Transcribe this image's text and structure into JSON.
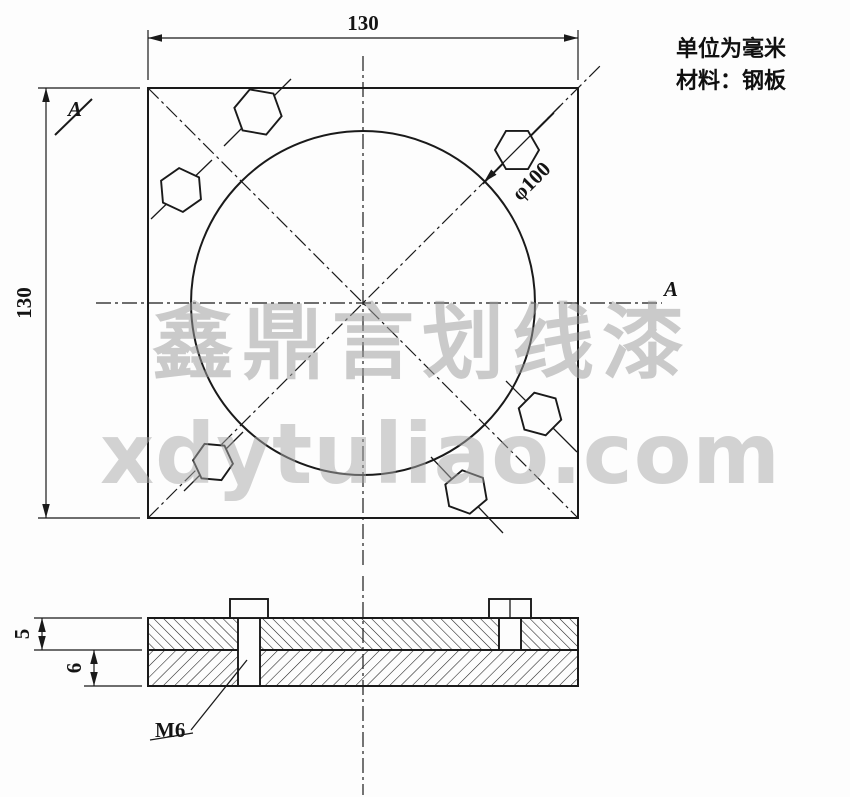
{
  "notes": {
    "units": "单位为毫米",
    "material": "材料：钢板"
  },
  "plan": {
    "width_label": "130",
    "height_label": "130",
    "hole_label": "φ100",
    "section_a_left": "A",
    "section_a_right": "A"
  },
  "section": {
    "thickness_top_label": "5",
    "thickness_bottom_label": "6",
    "thread_label": "M6"
  },
  "watermark": {
    "line1": "鑫鼎言划线漆",
    "line2": "xdytuliao.com"
  },
  "colors": {
    "line": "#1a1a1a",
    "background": "#fdfdfd",
    "watermark": "#9d9d9d"
  }
}
